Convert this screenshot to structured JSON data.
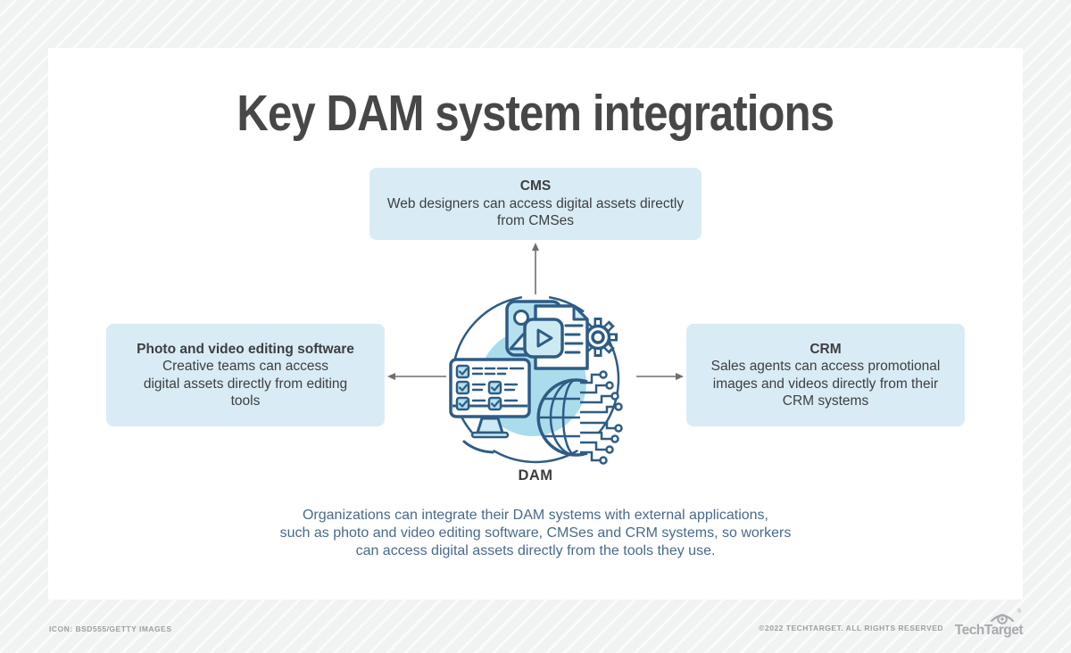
{
  "title": "Key DAM system integrations",
  "diagram": {
    "cms_box": {
      "title": "CMS",
      "body_lines": [
        "Web designers can access digital assets directly",
        "from CMSes"
      ]
    },
    "editing_box": {
      "title": "Photo and video editing software",
      "body_lines": [
        "Creative teams can access",
        "digital assets directly from editing",
        "tools"
      ]
    },
    "crm_box": {
      "title": "CRM",
      "body_lines": [
        "Sales agents can access promotional",
        "images and videos directly from their",
        "CRM systems"
      ]
    },
    "center_label": "DAM"
  },
  "caption_lines": [
    "Organizations can integrate their DAM systems with external applications,",
    "such as photo and video editing software, CMSes and CRM systems, so workers",
    "can access digital assets directly from the tools they use."
  ],
  "footer": {
    "credit": "ICON: BSD555/GETTY IMAGES",
    "copyright": "©2022 TECHTARGET. ALL RIGHTS RESERVED",
    "brand": "TechTarget",
    "registered_mark": "®"
  },
  "icons": {
    "center": "dam-collage-icon: monitor-checklist, photo, video-play, document, gear, globe-circuit",
    "connectors": [
      "arrow-up-icon",
      "arrow-left-icon",
      "arrow-right-icon"
    ],
    "brand": "techtarget-eye-icon"
  },
  "colors": {
    "page_background": "#f1f3f3",
    "stripe": "#fafbfb",
    "card_background": "#ffffff",
    "box_background": "#d9ecf5",
    "heading_text": "#474747",
    "body_text": "#3e3e40",
    "caption_text": "#49698e",
    "icon_navy": "#2e5c85",
    "icon_light_blue": "#aadcec",
    "icon_pale_blue": "#cdeaf3",
    "arrow_gray": "#6e6e6e",
    "footer_text": "#9aa0a2",
    "brand_gray": "#a7abad"
  }
}
